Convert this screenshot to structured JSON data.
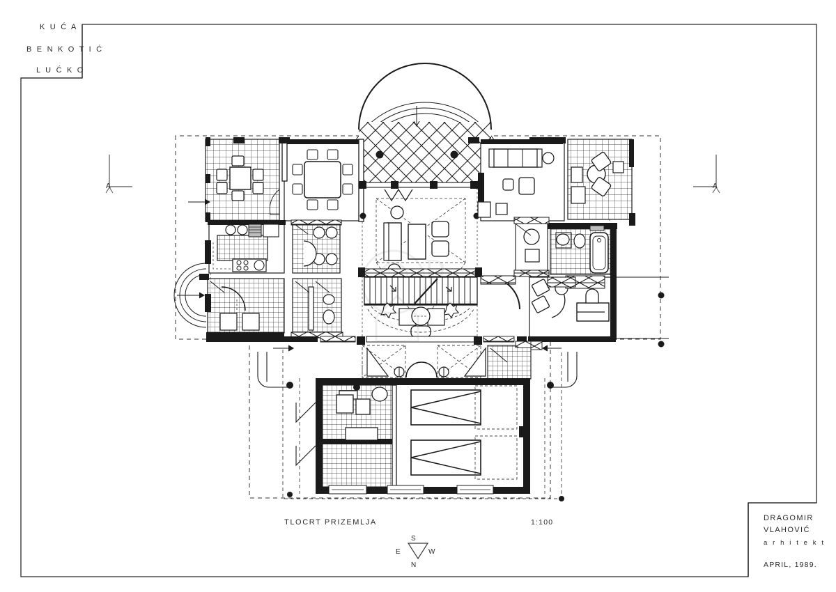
{
  "sheet": {
    "background_color": "#ffffff",
    "ink_color": "#1a1a1a",
    "border_color": "#2b2b2b"
  },
  "title_block": {
    "line1": "K U Ć A",
    "line2": "B E N K O T I Ć",
    "line3": "L U Ć K O"
  },
  "architect_block": {
    "name_line1": "DRAGOMIR",
    "name_line2": "VLAHOVIĆ",
    "role": "a r h i t e k t",
    "date": "APRIL, 1989."
  },
  "caption": {
    "drawing_title": "TLOCRT  PRIZEMLJA",
    "scale": "1:100"
  },
  "compass": {
    "top": "S",
    "left": "E",
    "right": "W",
    "bottom": "N",
    "arrow_direction": "down"
  },
  "section_markers": [
    {
      "label": "A",
      "position": "left"
    },
    {
      "label": "A",
      "position": "right"
    }
  ],
  "plan": {
    "type": "architectural-floor-plan",
    "building": "single family house, ground floor",
    "rooms": [
      {
        "name": "terrace-west",
        "kind": "tiled-terrace",
        "furniture": [
          "table",
          "four-chairs"
        ]
      },
      {
        "name": "dining-room",
        "kind": "interior",
        "furniture": [
          "round-table",
          "eight-chairs"
        ]
      },
      {
        "name": "entrance-porch",
        "kind": "lattice-canopy",
        "furniture": [
          "columns"
        ]
      },
      {
        "name": "living-room",
        "kind": "interior",
        "furniture": [
          "sofa",
          "coffee-table",
          "two-armchairs",
          "two-round-tables",
          "ottoman"
        ]
      },
      {
        "name": "lounge-east",
        "kind": "interior",
        "furniture": [
          "sofa",
          "armchair",
          "side-table",
          "round-table"
        ]
      },
      {
        "name": "terrace-east",
        "kind": "tiled-terrace",
        "furniture": [
          "round-table",
          "two-armchairs",
          "side-tables"
        ]
      },
      {
        "name": "kitchen",
        "kind": "interior",
        "furniture": [
          "sink",
          "stove",
          "counter",
          "work-island"
        ]
      },
      {
        "name": "pantry",
        "kind": "interior",
        "furniture": [
          "shelving",
          "round-fixtures"
        ]
      },
      {
        "name": "wc-guest",
        "kind": "bathroom",
        "furniture": [
          "wc",
          "washbasin"
        ]
      },
      {
        "name": "utility-room",
        "kind": "service",
        "furniture": [
          "washer",
          "dryer",
          "basin"
        ]
      },
      {
        "name": "bathroom-main",
        "kind": "bathroom",
        "furniture": [
          "bathtub",
          "wc",
          "washbasin"
        ]
      },
      {
        "name": "bedroom-east",
        "kind": "interior",
        "furniture": [
          "bed",
          "nightstand",
          "armchairs",
          "round-table"
        ]
      },
      {
        "name": "staircase",
        "kind": "circulation",
        "furniture": [
          "straight-run-stair",
          "up-arrow"
        ]
      },
      {
        "name": "entry-hall",
        "kind": "circulation",
        "furniture": [
          "planters",
          "bench",
          "round-fountain"
        ]
      },
      {
        "name": "garage",
        "kind": "garage",
        "furniture": [
          "car-bay-1",
          "car-bay-2"
        ]
      },
      {
        "name": "garage-workshop",
        "kind": "service",
        "furniture": [
          "workbench",
          "machine",
          "storage"
        ]
      },
      {
        "name": "rear-terrace",
        "kind": "tiled-terrace",
        "furniture": []
      }
    ]
  }
}
